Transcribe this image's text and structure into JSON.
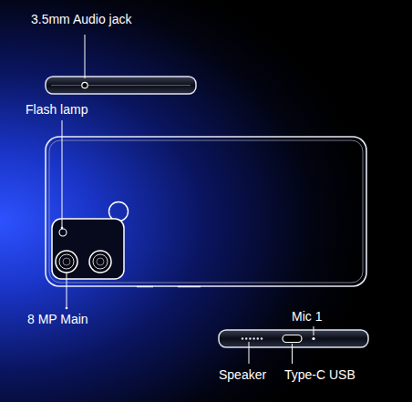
{
  "diagram": {
    "labels": [
      "3.5mm Audio jack",
      "Flash lamp",
      "8 MP Main",
      "Mic 1",
      "Speaker",
      "Type-C USB"
    ]
  }
}
